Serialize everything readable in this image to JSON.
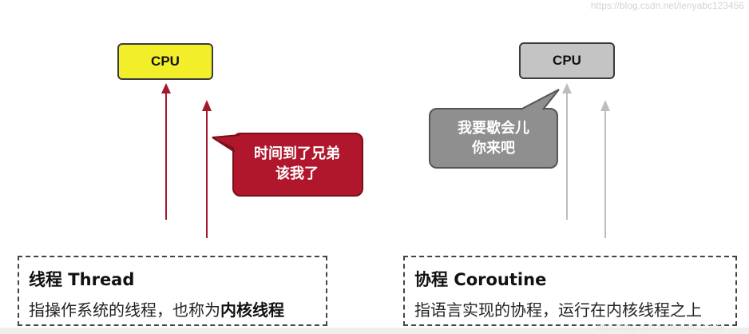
{
  "watermark_top": "https://blog.csdn.net/lenyabc123456",
  "watermark_bottom": "https://blog.csdn.net/lenyabc123456",
  "left": {
    "cpu_label": "CPU",
    "bubble_line1": "时间到了兄弟",
    "bubble_line2": "该我了",
    "title": "线程 Thread",
    "desc_prefix": "指操作系统的线程，也称为",
    "desc_bold": "内核线程"
  },
  "right": {
    "cpu_label": "CPU",
    "bubble_line1": "我要歇会儿",
    "bubble_line2": "你来吧",
    "title": "协程 Coroutine",
    "desc": "指语言实现的协程，运行在内核线程之上"
  },
  "colors": {
    "cpu_left_fill": "#f2ef2a",
    "cpu_right_fill": "#c4c4c4",
    "thread_arrow": "#a3182a",
    "coroutine_arrow": "#bdbdbd",
    "bubble_left": "#b0172d",
    "bubble_right": "#8f8f8f"
  }
}
